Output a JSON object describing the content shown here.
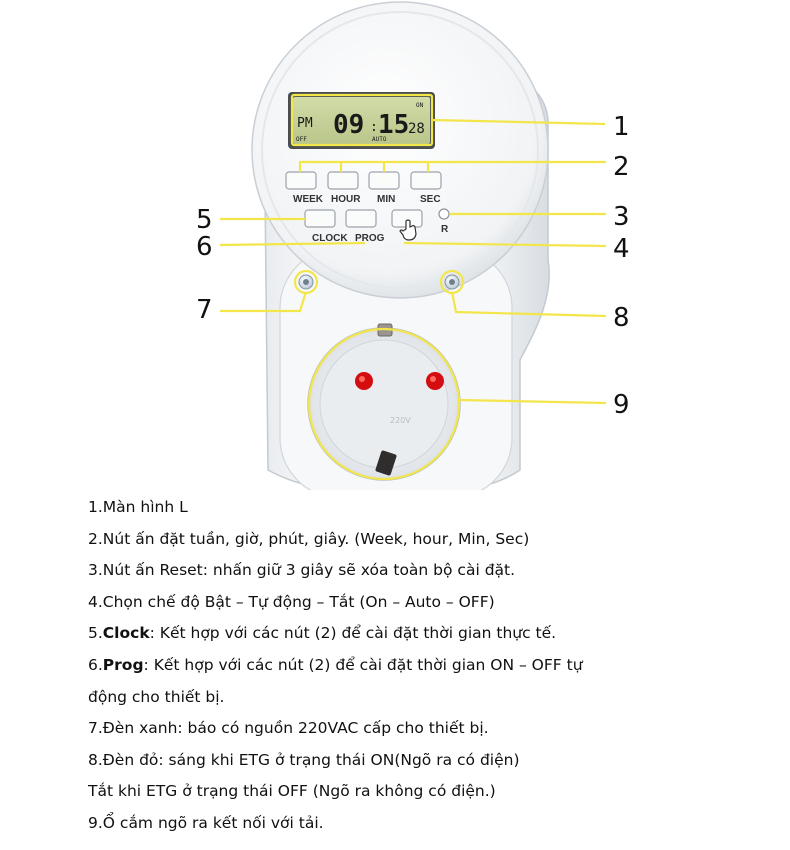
{
  "lcd": {
    "ampm": "PM",
    "hours": "09",
    "minutes": "15",
    "seconds": "28",
    "bottom_left": "OFF",
    "bottom_mid": "AUTO",
    "top_right": "ON"
  },
  "buttons": {
    "week": "WEEK",
    "hour": "HOUR",
    "min": "MIN",
    "sec": "SEC",
    "reset": "R",
    "clock": "CLOCK",
    "prog": "PROG"
  },
  "callouts": [
    "1",
    "2",
    "3",
    "4",
    "5",
    "6",
    "7",
    "8",
    "9"
  ],
  "socket_mark": "220V",
  "colors": {
    "callout_line": "#f2e64a",
    "body": "#f4f6f7",
    "lcd": "#c8d49a",
    "led": "#d8e4ee"
  },
  "description": {
    "l1": "1.Màn hình L",
    "l2": "2.Nút ấn đặt tuần, giờ, phút, giây. (Week, hour, Min, Sec)",
    "l3": "3.Nút ấn Reset: nhấn giữ 3 giây sẽ xóa toàn bộ cài đặt.",
    "l4": "4.Chọn chế độ Bật – Tự động – Tắt (On – Auto – OFF)",
    "l5_num": "5.",
    "l5_bold": "Clock",
    "l5_rest": ": Kết hợp với các nút (2) để cài đặt thời gian thực tế.",
    "l6_num": "6.",
    "l6_bold": "Prog",
    "l6_rest": ": Kết hợp với các nút (2) để cài đặt thời gian ON – OFF tự",
    "l6b": "động cho thiết bị.",
    "l7": "7.Đèn xanh: báo có nguồn 220VAC cấp cho thiết bị.",
    "l8": "8.Đèn đỏ: sáng khi ETG ở trạng thái ON(Ngõ ra có điện)",
    "l8b": "Tắt khi ETG ở trạng thái OFF (Ngõ ra không có điện.)",
    "l9": "9.Ổ cắm ngõ ra kết nối với tải."
  }
}
